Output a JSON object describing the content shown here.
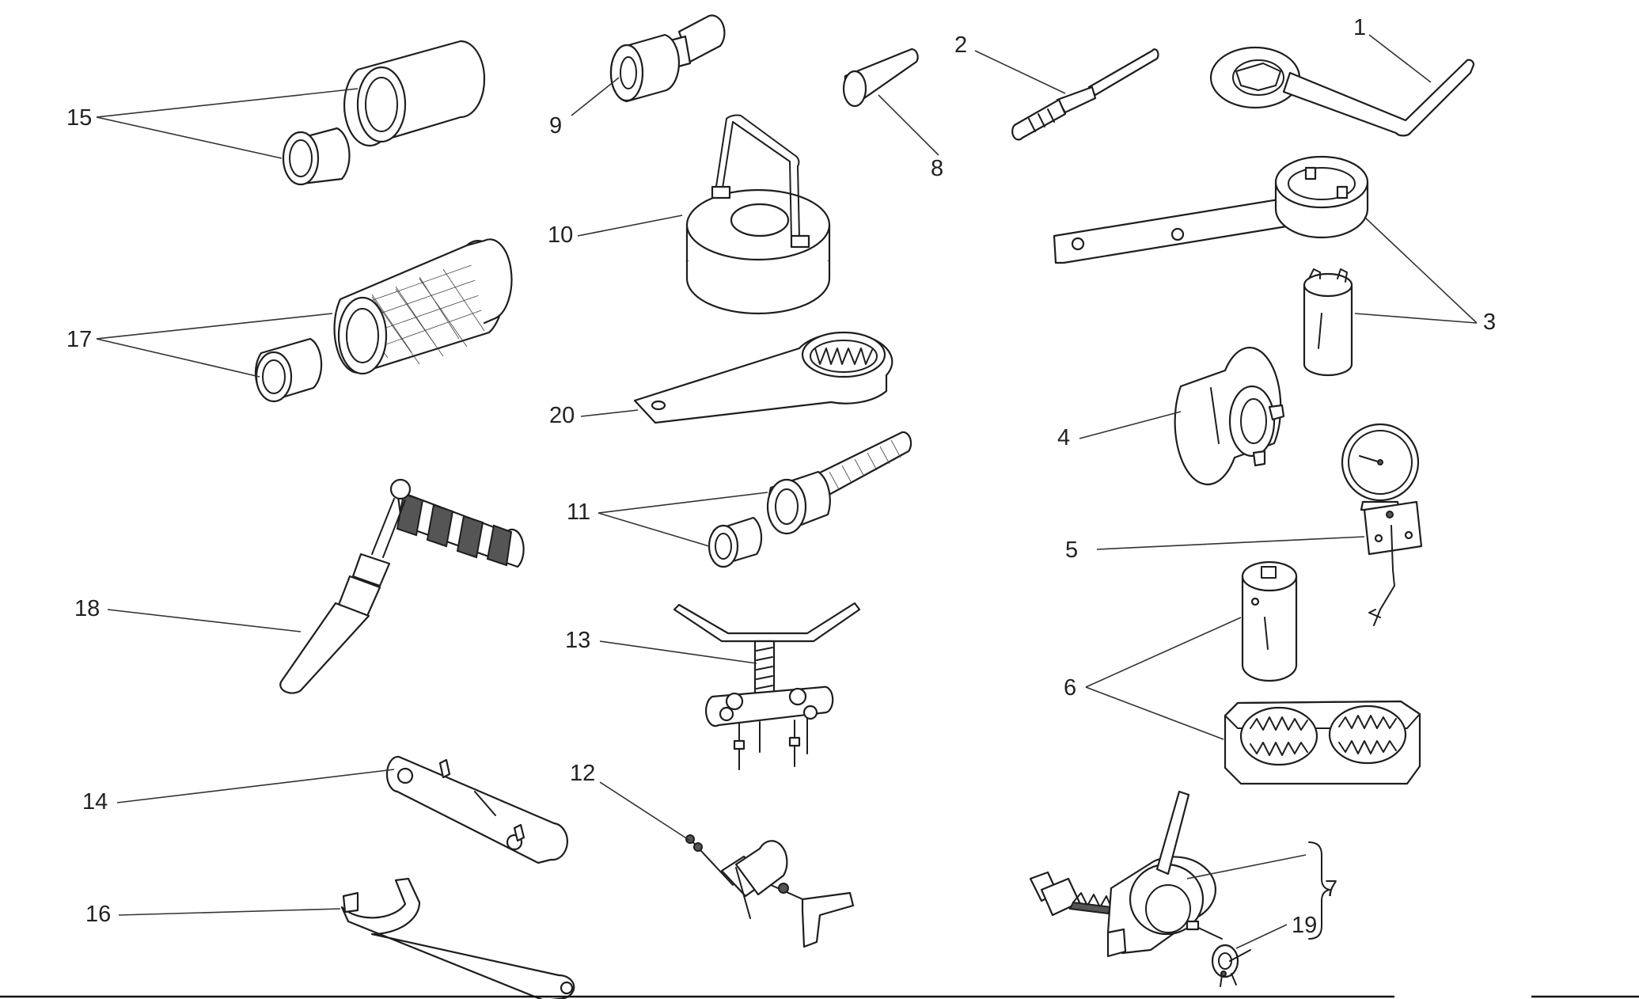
{
  "diagram": {
    "type": "exploded-parts-tool-diagram",
    "callouts": {
      "c1": "1",
      "c2": "2",
      "c3": "3",
      "c4": "4",
      "c5": "5",
      "c6": "6",
      "c7": "7",
      "c8": "8",
      "c9": "9",
      "c10": "10",
      "c11": "11",
      "c12": "12",
      "c13": "13",
      "c14": "14",
      "c15": "15",
      "c16": "16",
      "c17": "17",
      "c18": "18",
      "c19": "19",
      "c20": "20"
    },
    "line_color": "#1e1e1e",
    "background": "#ffffff"
  }
}
